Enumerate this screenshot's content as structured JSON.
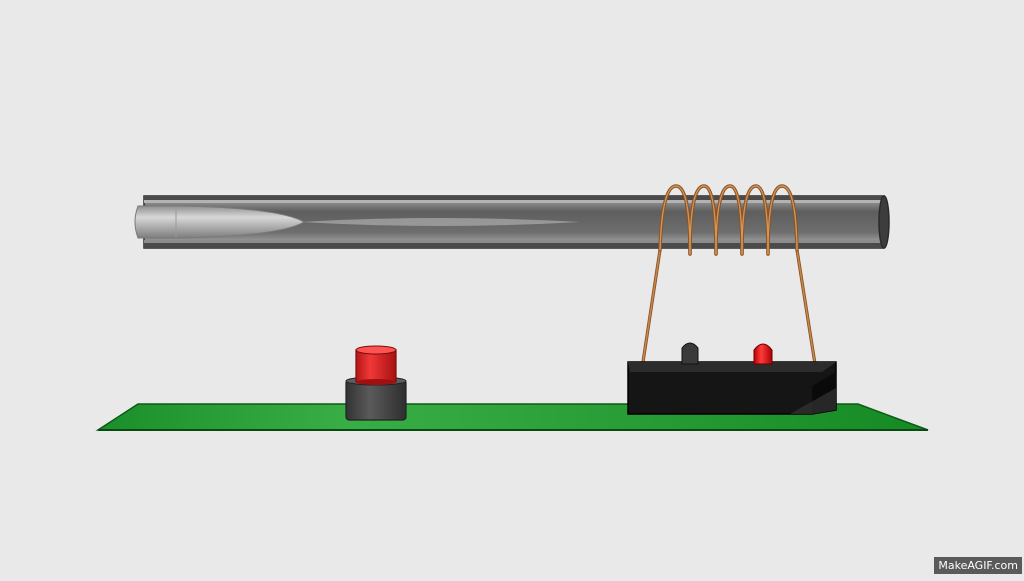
{
  "scene": {
    "background_color": "#e9e9e9",
    "colors": {
      "barrel": "#6a6a6a",
      "barrel_highlight": "#a9a9a9",
      "projectile": "#b9b9b9",
      "coil_wire": "#b8763e",
      "circuit_board": "#1d9a2d",
      "module_body": "#151515",
      "button_cap": "#e52222",
      "button_base": "#4a4a4a",
      "led": "#e51515",
      "sensor": "#3a3a3a"
    },
    "parts": {
      "barrel": "barrel-tube",
      "projectile": "projectile-bullet",
      "coil": "copper-coil",
      "board": "circuit-board",
      "button": "push-button",
      "module": "control-module",
      "led": "led-indicator",
      "sensor": "sensor-bump"
    }
  },
  "watermark": {
    "text": "MakeAGIF.com"
  }
}
